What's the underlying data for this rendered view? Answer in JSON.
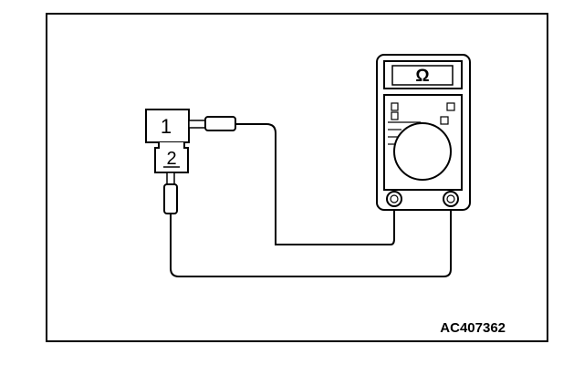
{
  "diagram": {
    "connector": {
      "pin_1": "1",
      "pin_2": "2"
    },
    "multimeter": {
      "display_symbol": "Ω"
    },
    "figure_code": "AC407362"
  }
}
